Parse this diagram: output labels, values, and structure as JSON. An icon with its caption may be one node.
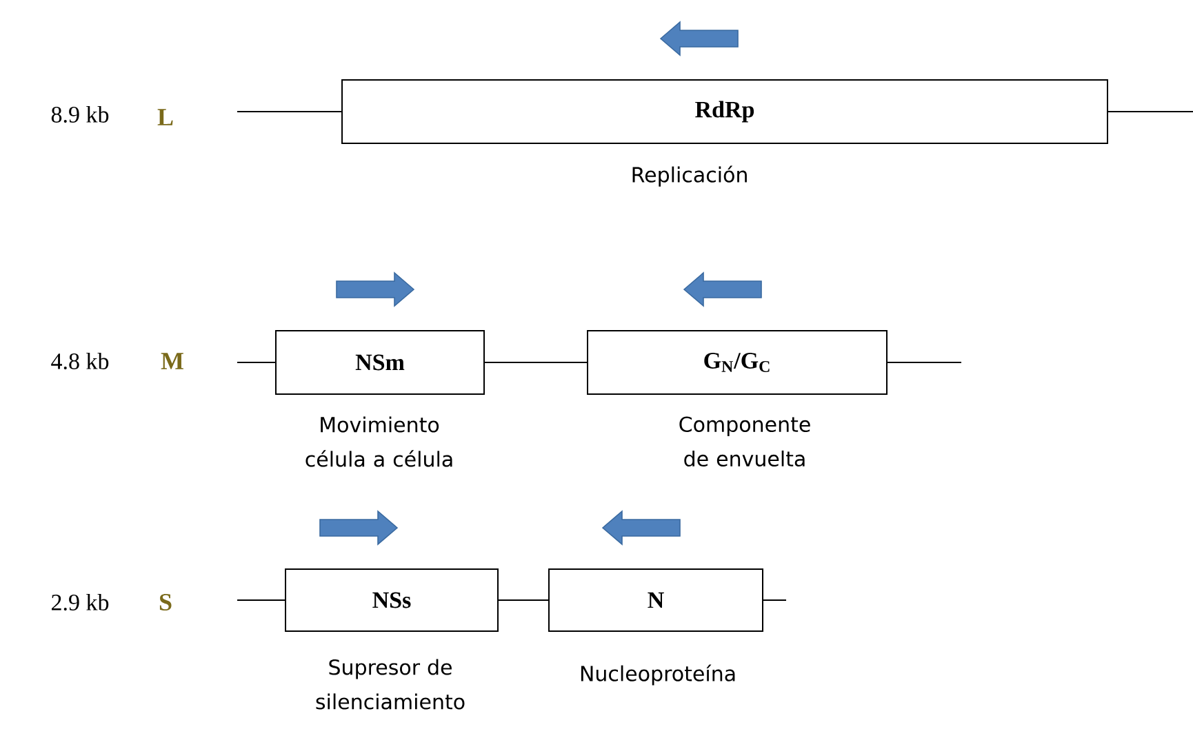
{
  "diagram": {
    "nodes": [
      {
        "text": [
          "RdRp"
        ],
        "beside": [
          "Replicación"
        ]
      },
      {
        "text": [
          "NSm"
        ],
        "beside": [
          "Movimiento célula a célula"
        ]
      },
      {
        "text": [
          "G$_{N}$/G$_{C}$"
        ],
        "beside": [
          "Componente de envuelta"
        ]
      },
      {
        "text": [
          "NSs"
        ],
        "beside": [
          "Supresor de silenciamiento"
        ]
      },
      {
        "text": [
          "N"
        ],
        "beside": [
          "Nucleoproteína"
        ]
      }
    ],
    "edges": [
      {
        "from": null,
        "to": 0,
        "arrow": "none"
      },
      {
        "from": 0,
        "to": null,
        "arrow": "none"
      },
      {
        "from": null,
        "to": 1,
        "arrow": "none"
      },
      {
        "from": 1,
        "to": 2,
        "arrow": "none"
      },
      {
        "from": 2,
        "to": null,
        "arrow": "none"
      },
      {
        "from": null,
        "to": 3,
        "arrow": "none"
      },
      {
        "from": 3,
        "to": 4,
        "arrow": "none"
      },
      {
        "from": 4,
        "to": null,
        "arrow": "none"
      }
    ],
    "labels": [
      "8.9 kb",
      "L",
      "4.8 kb",
      "M",
      "2.9 kb",
      "S"
    ]
  }
}
